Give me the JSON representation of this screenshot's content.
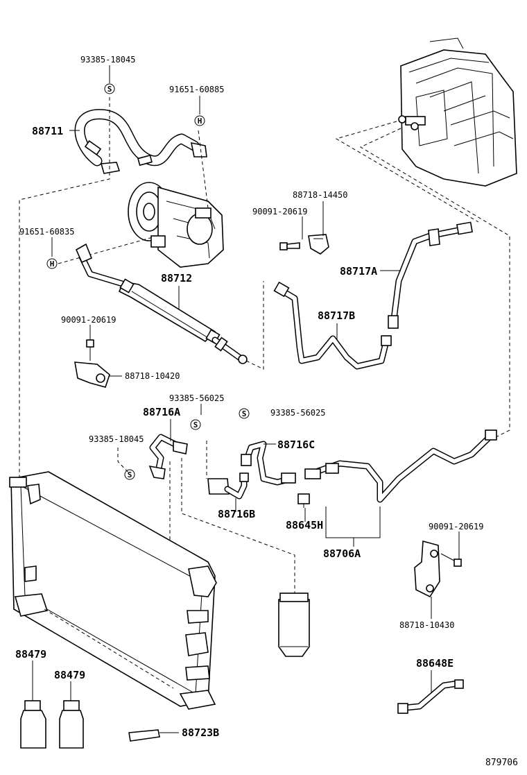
{
  "labels": {
    "p_93385_18045_top": "93385-18045",
    "p_91651_60885": "91651-60885",
    "p_88711": "88711",
    "p_91651_60835": "91651-60835",
    "p_90091_20619_mid": "90091-20619",
    "p_88718_14450": "88718-14450",
    "p_88712": "88712",
    "p_88717A": "88717A",
    "p_88717B": "88717B",
    "p_90091_20619_left": "90091-20619",
    "p_88718_10420": "88718-10420",
    "p_93385_56025_a": "93385-56025",
    "p_88716A": "88716A",
    "p_93385_56025_b": "93385-56025",
    "p_93385_18045_mid": "93385-18045",
    "p_88716C": "88716C",
    "p_88716B": "88716B",
    "p_88645H": "88645H",
    "p_88706A": "88706A",
    "p_90091_20619_right": "90091-20619",
    "p_88718_10430": "88718-10430",
    "p_88479_a": "88479",
    "p_88479_b": "88479",
    "p_88648E": "88648E",
    "p_88723B": "88723B",
    "figure_number": "879706"
  },
  "symbols": {
    "s": "S",
    "h": "H"
  }
}
